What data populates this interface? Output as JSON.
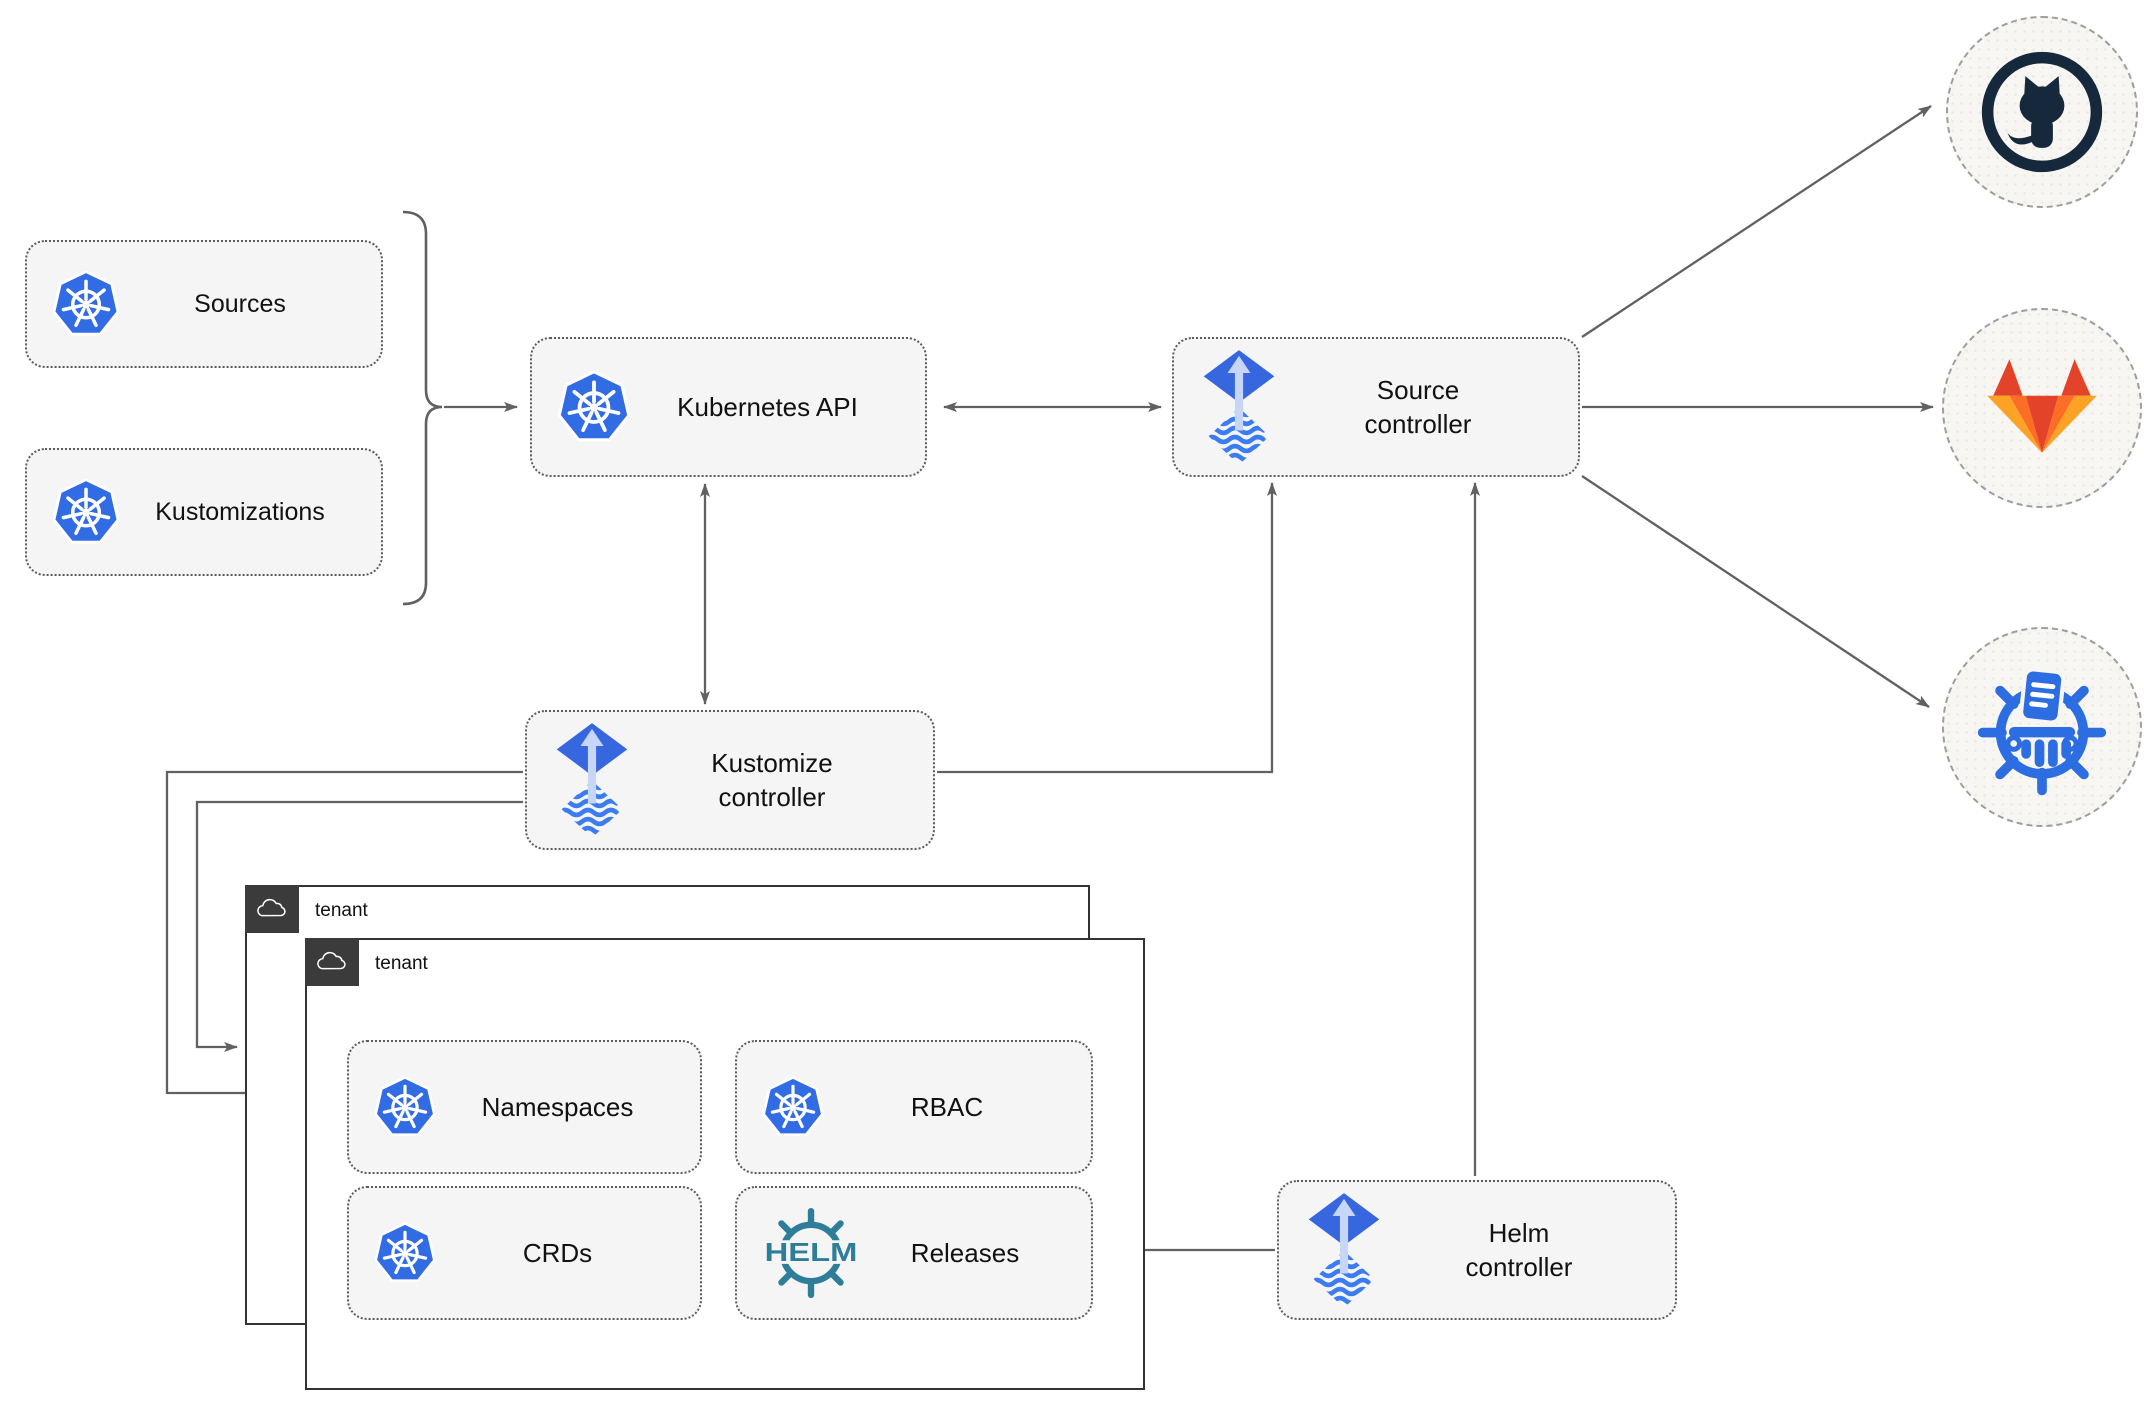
{
  "nodes": {
    "sources": {
      "label": "Sources"
    },
    "kustomizations": {
      "label": "Kustomizations"
    },
    "kubernetes_api": {
      "label": "Kubernetes API"
    },
    "source_controller": {
      "line1": "Source",
      "line2": "controller"
    },
    "kustomize_controller": {
      "line1": "Kustomize",
      "line2": "controller"
    },
    "helm_controller": {
      "line1": "Helm",
      "line2": "controller"
    },
    "tenant_back": {
      "label": "tenant"
    },
    "tenant_front": {
      "label": "tenant"
    },
    "namespaces": {
      "label": "Namespaces"
    },
    "rbac": {
      "label": "RBAC"
    },
    "crds": {
      "label": "CRDs"
    },
    "releases": {
      "label": "Releases"
    }
  },
  "icons": {
    "helm_wordmark": "HELM",
    "names": [
      "kubernetes-icon",
      "flux-icon",
      "helm-icon",
      "github-icon",
      "gitlab-icon",
      "chartmuseum-icon",
      "cloud-icon"
    ]
  },
  "edges": [
    {
      "from": "sources+kustomizations",
      "to": "kubernetes-api",
      "style": "brace-arrow"
    },
    {
      "from": "kubernetes-api",
      "to": "source-controller",
      "style": "double-arrow"
    },
    {
      "from": "kubernetes-api",
      "to": "kustomize-controller",
      "style": "double-arrow"
    },
    {
      "from": "kustomize-controller",
      "to": "source-controller",
      "style": "arrow"
    },
    {
      "from": "helm-controller",
      "to": "source-controller",
      "style": "arrow"
    },
    {
      "from": "helm-controller",
      "to": "releases",
      "style": "arrow"
    },
    {
      "from": "kustomize-controller",
      "to": "tenant-front",
      "style": "arrow"
    },
    {
      "from": "kustomize-controller",
      "to": "tenant-back",
      "style": "arrow"
    },
    {
      "from": "source-controller",
      "to": "github",
      "style": "arrow"
    },
    {
      "from": "source-controller",
      "to": "gitlab",
      "style": "arrow"
    },
    {
      "from": "source-controller",
      "to": "chartmuseum",
      "style": "arrow"
    }
  ],
  "colors": {
    "kubernetes_blue": "#326CE5",
    "flux_blue": "#3767DF",
    "flux_stripe": "#3B7CF0",
    "flux_arrow_light": "#C7D5F6",
    "helm_teal": "#2E7E9A",
    "github_navy": "#16293C",
    "gitlab_dark_orange": "#E24329",
    "gitlab_orange": "#FC6D26",
    "gitlab_light_orange": "#FCA326",
    "chartmuseum_blue": "#2D6DE2",
    "connector_gray": "#616161",
    "node_fill": "#F5F5F5",
    "node_border": "#5B5B5B",
    "circle_fill": "#F7F6F2",
    "circle_border": "#9E9E9E",
    "tenant_border": "#333333",
    "tenant_badge": "#3B3B3B",
    "text_color": "#111111"
  }
}
